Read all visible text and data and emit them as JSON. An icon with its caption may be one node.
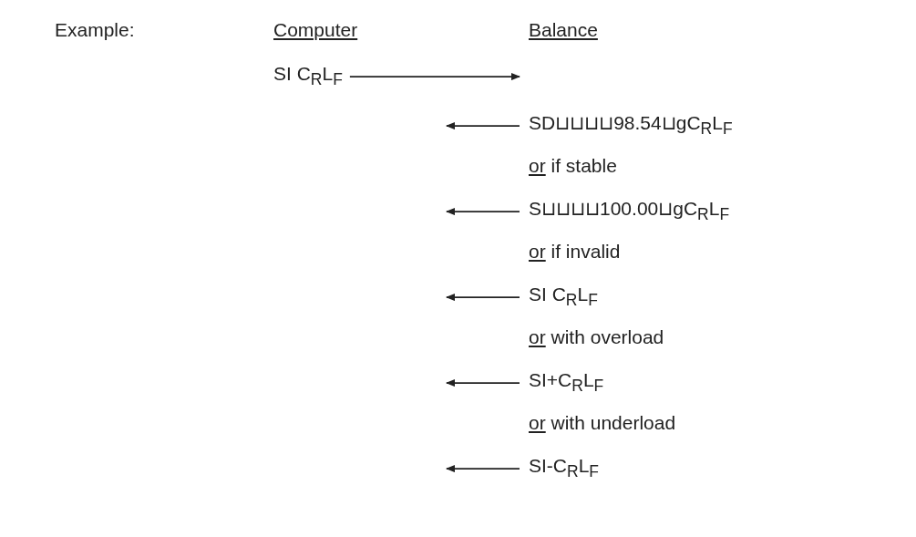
{
  "diagram": {
    "nodes": [
      {
        "text": [
          "Computer"
        ]
      },
      {
        "text": [
          "Balance"
        ]
      },
      {
        "text": [
          "SI C$_{R}$L$_{F}$"
        ]
      },
      {
        "text": [
          "SD⊔⊔⊔⊔98.54⊔gC$_{R}$L$_{F}$"
        ]
      },
      {
        "text": [
          "S⊔⊔⊔⊔100.00⊔gC$_{R}$L$_{F}$"
        ]
      },
      {
        "text": [
          "SI C$_{R}$L$_{F}$"
        ]
      },
      {
        "text": [
          "SI+C$_{R}$L$_{F}$"
        ]
      },
      {
        "text": [
          "SI-C$_{R}$L$_{F}$"
        ]
      }
    ],
    "edges": [
      {
        "from": 2,
        "to": null,
        "arrow": "to"
      },
      {
        "from": 3,
        "to": null,
        "arrow": "to"
      },
      {
        "from": 4,
        "to": null,
        "arrow": "to"
      },
      {
        "from": 5,
        "to": null,
        "arrow": "to"
      },
      {
        "from": 6,
        "to": null,
        "arrow": "to"
      },
      {
        "from": 7,
        "to": null,
        "arrow": "to"
      }
    ],
    "labels": [
      "Example:",
      "or if stable",
      "or if invalid",
      "or with overload",
      "or with underload"
    ]
  }
}
